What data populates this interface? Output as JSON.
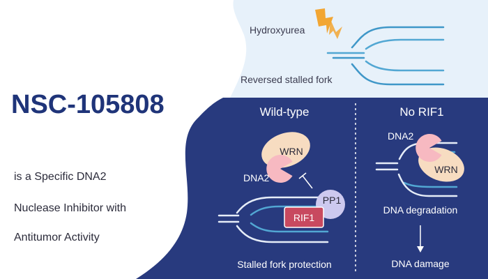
{
  "title": "NSC-105808",
  "subtitle_lines": [
    "is a Specific DNA2",
    "Nuclease Inhibitor with",
    "Antitumor Activity"
  ],
  "top_panel": {
    "drug_label": "Hydroxyurea",
    "fork_label": "Reversed stalled fork"
  },
  "wild_type": {
    "heading": "Wild-type",
    "wrn": "WRN",
    "dna2": "DNA2",
    "pp1": "PP1",
    "rif1": "RIF1",
    "outcome": "Stalled fork protection"
  },
  "no_rif1": {
    "heading": "No RIF1",
    "dna2": "DNA2",
    "wrn": "WRN",
    "outcome1": "DNA degradation",
    "outcome2": "DNA damage"
  },
  "colors": {
    "navy": "#283a7e",
    "title": "#1f3479",
    "top_bg": "#e7f1fa",
    "strand_light": "#e6edf8",
    "strand_blue": "#52a7d3",
    "wrn_fill": "#f7dcc1",
    "pacman_fill": "#f7b9c1",
    "pp1_fill": "#cdc9ef",
    "rif1_fill": "#c8495f",
    "bolt": "#f2a633"
  }
}
